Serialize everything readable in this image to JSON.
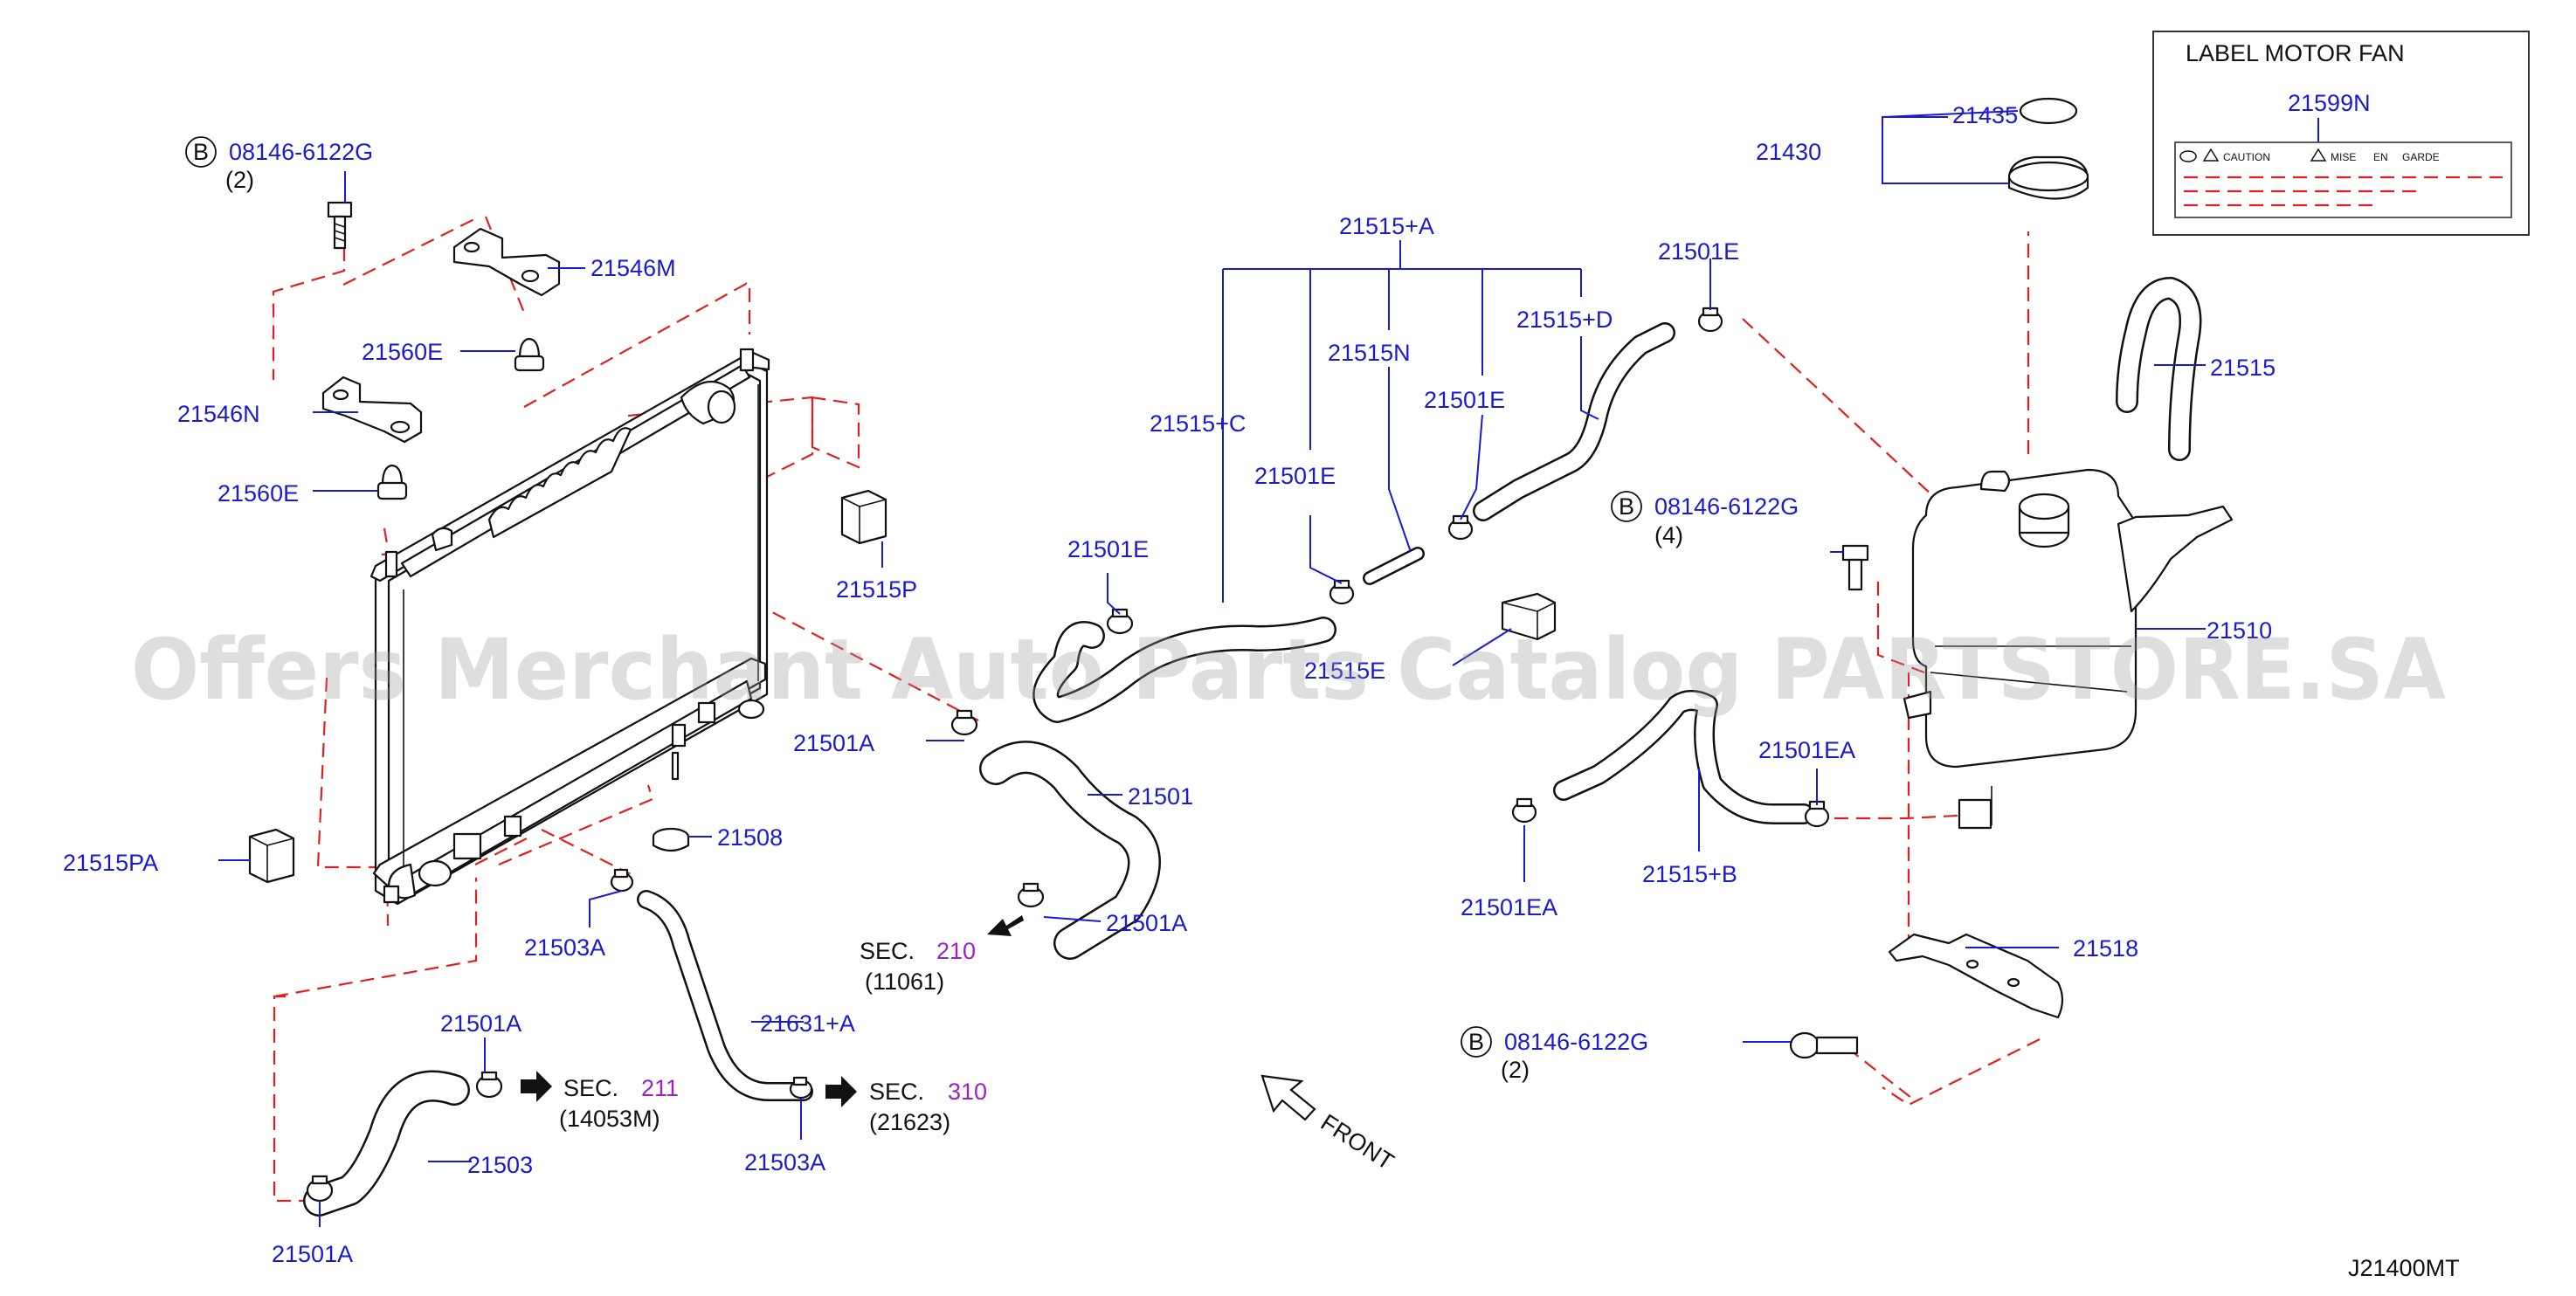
{
  "label_box": {
    "title": "LABEL   MOTOR   FAN",
    "part_no": "21599N",
    "caution": "CAUTION",
    "mise": "MISE",
    "en": "EN",
    "garde": "GARDE"
  },
  "bolt_callouts": [
    {
      "symbol": "B",
      "part_no": "08146-6122G",
      "qty": "(2)"
    },
    {
      "symbol": "B",
      "part_no": "08146-6122G",
      "qty": "(4)"
    },
    {
      "symbol": "B",
      "part_no": "08146-6122G",
      "qty": "(2)"
    }
  ],
  "labels": {
    "p21546M": "21546M",
    "p21560E_top": "21560E",
    "p21546N": "21546N",
    "p21560E_low": "21560E",
    "p21515P": "21515P",
    "p21515PA": "21515PA",
    "p21501A_rad": "21501A",
    "p21508": "21508",
    "p21501": "21501",
    "p21501A_mid": "21501A",
    "p21503A_top": "21503A",
    "p21631A": "21631+A",
    "p21501A_low": "21501A",
    "p21503": "21503",
    "p21501A_bot": "21501A",
    "p21503A_bot": "21503A",
    "p21515A": "21515+A",
    "p21515C": "21515+C",
    "p21515N": "21515N",
    "p21515D": "21515+D",
    "p21501E_top": "21501E",
    "p21501E_mid": "21501E",
    "p21501E_left": "21501E",
    "p21501E_inner": "21501E",
    "p21515E": "21515E",
    "p21435": "21435",
    "p21430": "21430",
    "p21515": "21515",
    "p21510": "21510",
    "p21501EA_r": "21501EA",
    "p21501EA_l": "21501EA",
    "p21515B": "21515+B",
    "p21518": "21518"
  },
  "sections": [
    {
      "sec": "SEC.",
      "num": "210",
      "ref": "(11061)"
    },
    {
      "sec": "SEC.",
      "num": "211",
      "ref": "(14053M)"
    },
    {
      "sec": "SEC.",
      "num": "310",
      "ref": "(21623)"
    }
  ],
  "front_label": "FRONT",
  "diagram_code": "J21400MT",
  "watermark": "Offers Merchant Auto Parts Catalog PARTSTORE.SA",
  "colors": {
    "part_number": "#1a1ad0",
    "section_number": "#9a22c8",
    "dashed_line": "#e02020",
    "outline": "#111111"
  }
}
